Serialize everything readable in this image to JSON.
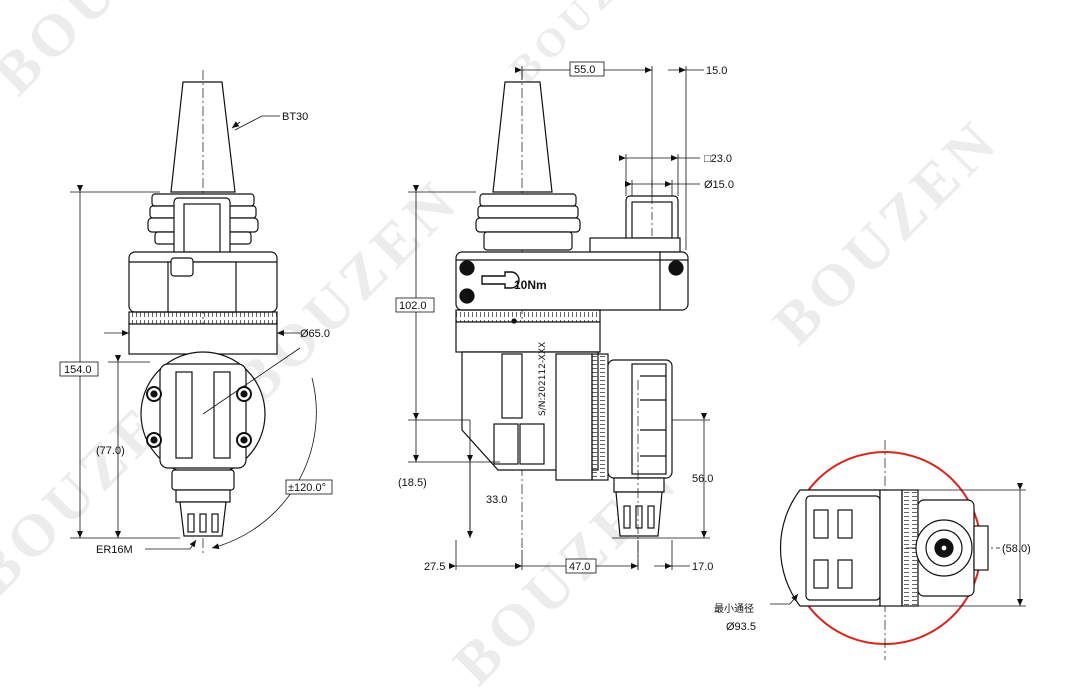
{
  "watermark_text": "BOUZEN",
  "labels": {
    "toolholder": "BT30",
    "collet": "ER16M",
    "total_height": "154.0",
    "lower_height": "(77.0)",
    "diameter_65": "Ø65.0",
    "swivel_angle": "±120.0°",
    "offset_55": "55.0",
    "offset_15": "15.0",
    "square_23": "□23.0",
    "dia_15": "Ø15.0",
    "height_102": "102.0",
    "depth_18_5": "(18.5)",
    "height_33": "33.0",
    "height_56": "56.0",
    "width_27_5": "27.5",
    "width_47": "47.0",
    "width_17": "17.0",
    "torque": "10Nm",
    "serial": "S/N:202112-XXX",
    "min_clearance_label": "最小通径",
    "min_clearance_dia": "Ø93.5",
    "bottom_height_58": "(58.0)"
  },
  "colors": {
    "line": "#111111",
    "clearance_circle": "#d9261c",
    "watermark": "#aaaaaa"
  }
}
